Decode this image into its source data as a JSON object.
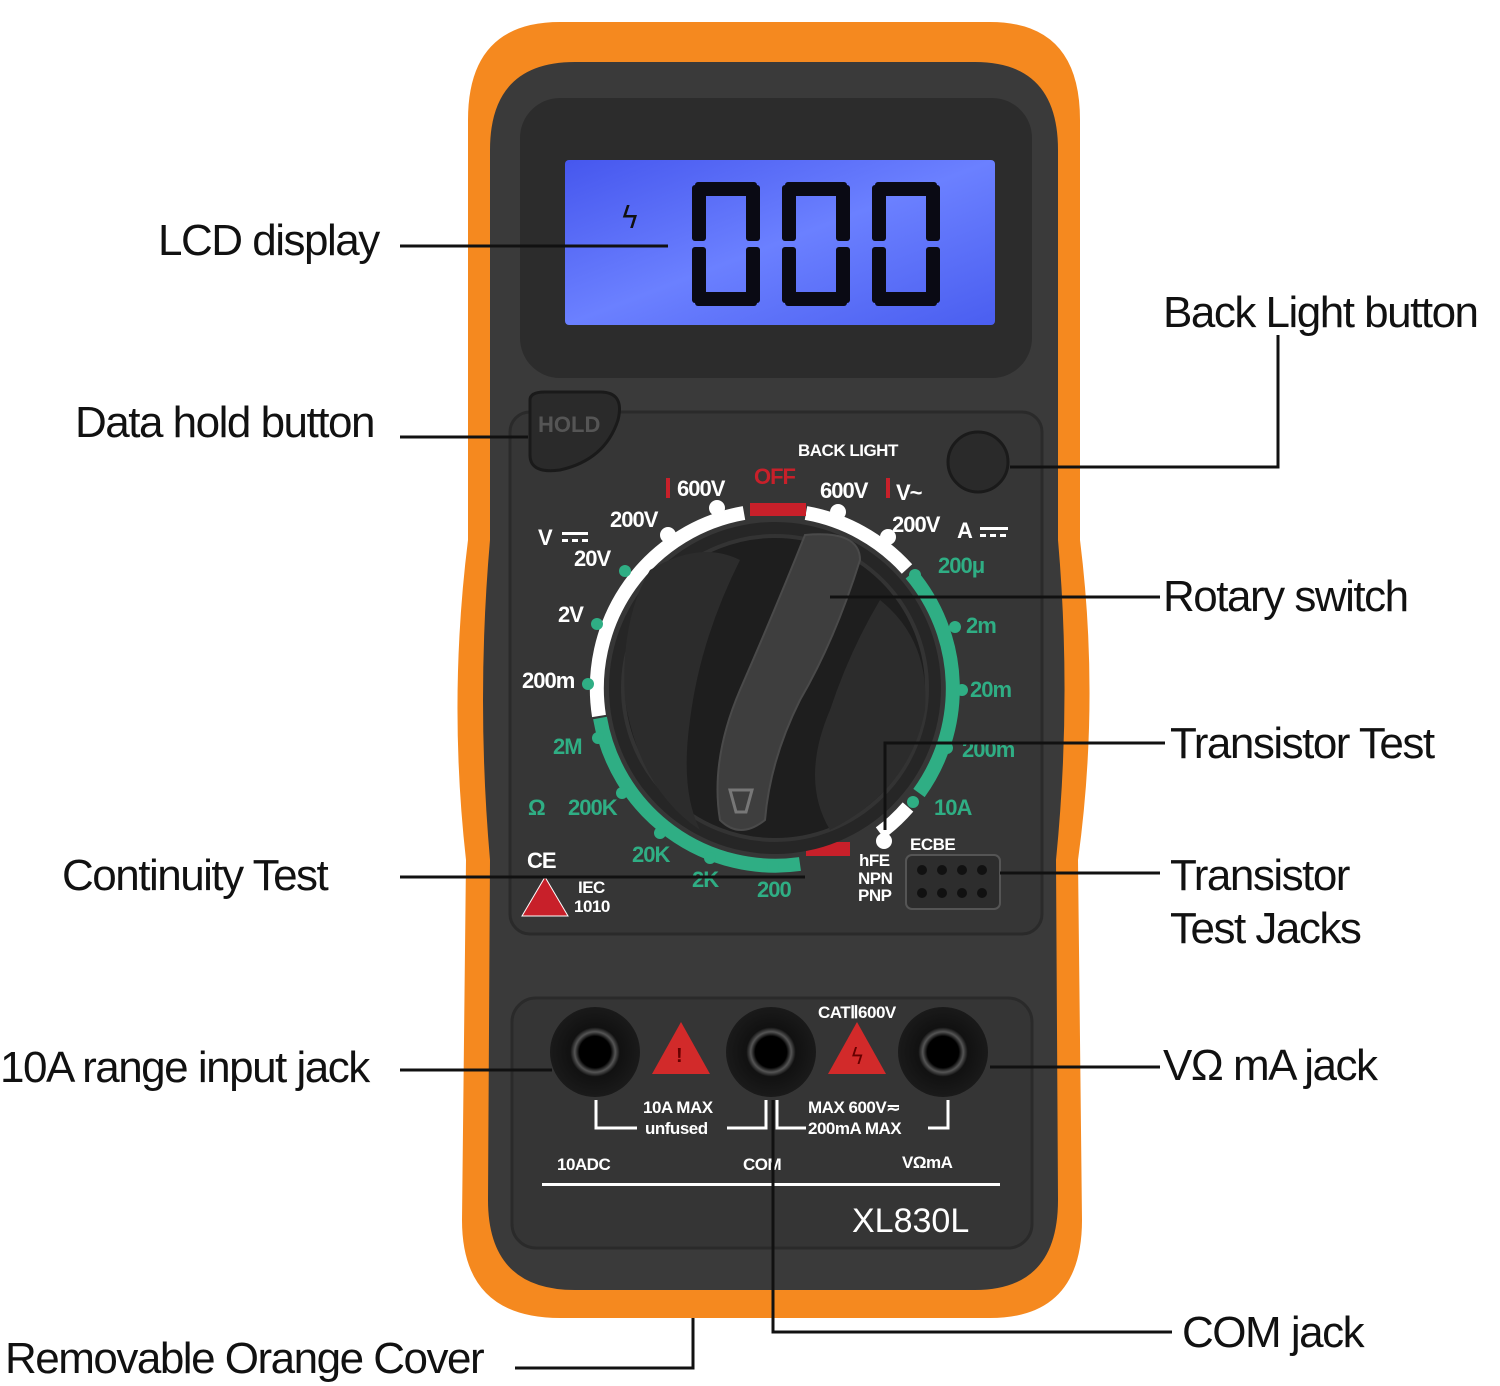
{
  "callouts": {
    "lcd_display": "LCD display",
    "back_light_button": "Back Light button",
    "data_hold_button": "Data hold button",
    "rotary_switch": "Rotary switch",
    "transistor_test": "Transistor Test",
    "continuity_test": "Continuity Test",
    "transistor_test_jacks": [
      "Transistor",
      "Test Jacks"
    ],
    "range_10a_jack": "10A range input jack",
    "vohm_ma_jack": "VΩ mA jack",
    "com_jack": "COM jack",
    "orange_cover": "Removable Orange Cover"
  },
  "device": {
    "lcd_reading": "000",
    "hold_label": "HOLD",
    "backlight_label": "BACK LIGHT",
    "off_label": "OFF",
    "dcv_symbol": "V",
    "acv_symbol": "V~",
    "dca_symbol": "A",
    "ohm_symbol": "Ω",
    "dcv_ranges": [
      "200m",
      "2V",
      "20V",
      "200V",
      "600V"
    ],
    "acv_ranges": [
      "600V",
      "200V"
    ],
    "dca_ranges": [
      "200μ",
      "2m",
      "20m",
      "200m",
      "10A"
    ],
    "ohm_ranges": [
      "200",
      "2K",
      "20K",
      "200K",
      "2M"
    ],
    "hfe_labels": [
      "hFE",
      "NPN",
      "PNP"
    ],
    "transistor_pins": "ECBE",
    "ce_mark": "CE",
    "iec_label": [
      "IEC",
      "1010"
    ],
    "cat_rating": "CATⅡ600V",
    "warning_10a": [
      "10A MAX",
      "unfused"
    ],
    "warning_vma": [
      "MAX 600V≂",
      "200mA MAX"
    ],
    "jack_labels": [
      "10ADC",
      "COM",
      "VΩmA"
    ],
    "model": "XL830L"
  },
  "colors": {
    "case": "#f5891f",
    "body": "#3a3a3a",
    "lcd": "#4f62f2",
    "range_green": "#2fae84",
    "warning_red": "#c8202a"
  }
}
